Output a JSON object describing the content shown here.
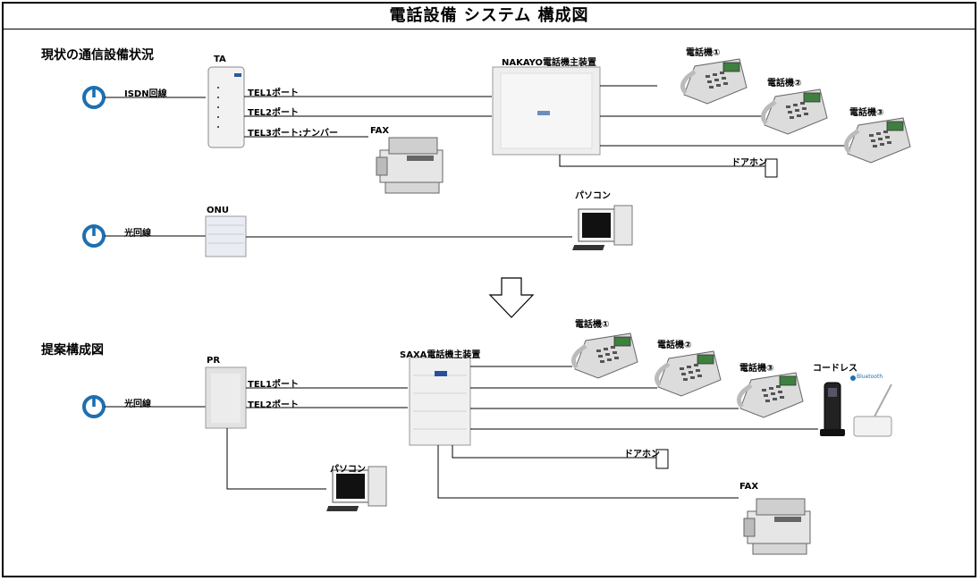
{
  "title": "電話設備 システム 構成図",
  "current": {
    "heading": "現状の通信設備状況",
    "isdn_line": "ISDN回線",
    "fiber_line": "光回線",
    "ta": "TA",
    "onu": "ONU",
    "tel1_port": "TEL1ポート",
    "tel2_port": "TEL2ポート",
    "tel3_port": "TEL3ポート:ナンバー",
    "fax": "FAX",
    "main_unit": "NAKAYO電話機主装置",
    "phone1": "電話機①",
    "phone2": "電話機②",
    "phone3": "電話機③",
    "doorphone": "ドアホン",
    "pc": "パソコン"
  },
  "proposal": {
    "heading": "提案構成図",
    "fiber_line": "光回線",
    "pr": "PR",
    "tel1_port": "TEL1ポート",
    "tel2_port": "TEL2ポート",
    "main_unit": "SAXA電話機主装置",
    "phone1": "電話機①",
    "phone2": "電話機②",
    "phone3": "電話機③",
    "cordless": "コードレス",
    "bluetooth": "Bluetooth",
    "doorphone": "ドアホン",
    "pc": "パソコン",
    "fax": "FAX"
  }
}
